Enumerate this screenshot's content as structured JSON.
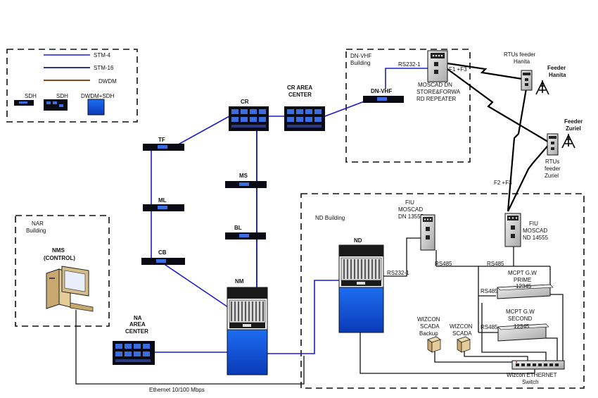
{
  "legend": {
    "stm4": "STM-4",
    "stm16": "STM-16",
    "dwdm": "DWDM",
    "sdh1": "SDH",
    "sdh2": "SDH",
    "dwdm_sdh": "DWDM+SDH"
  },
  "nodes": {
    "tf": "TF",
    "ml": "ML",
    "cb": "CB",
    "cr": "CR",
    "ms": "MS",
    "bl": "BL",
    "nm": "NM",
    "nd": "ND",
    "dn_vhf": "DN-VHF",
    "cr_area_1": "CR AREA",
    "cr_area_2": "CENTER",
    "na_area_1": "NA",
    "na_area_2": "AREA",
    "na_area_3": "CENTER"
  },
  "buildings": {
    "nar_1": "NAR",
    "nar_2": "Building",
    "dn_vhf_1": "DN-VHF",
    "dn_vhf_2": "Building",
    "nd": "ND Building"
  },
  "nms": {
    "line1": "NMS",
    "line2": "(CONTROL)"
  },
  "moscad_dn": {
    "line1": "MOSCAD DN",
    "line2": "STORE&FORWA",
    "line3": "RD REPEATER"
  },
  "rtu_hanita": {
    "line1": "RTUs feeder",
    "line2": "Hanita"
  },
  "feeder_hanita": {
    "line1": "Feeder",
    "line2": "Hanita"
  },
  "feeder_zuriel": {
    "line1": "Feeder",
    "line2": "Zuriel"
  },
  "rtu_zuriel": {
    "line1": "RTUs",
    "line2": "feeder",
    "line3": "Zuriel"
  },
  "fiu_dn": {
    "line1": "FIU",
    "line2": "MOSCAD",
    "line3": "DN 13555"
  },
  "fiu_nd": {
    "line1": "FIU",
    "line2": "MOSCAD",
    "line3": "ND 14555"
  },
  "mcpt_prime": {
    "line1": "MCPT G.W",
    "line2": "PRIME",
    "line3": "12345"
  },
  "mcpt_second": {
    "line1": "MCPT G.W",
    "line2": "SECOND",
    "line3": "12345"
  },
  "wizcon_backup": {
    "line1": "WIZCON",
    "line2": "SCADA",
    "line3": "Backup"
  },
  "wizcon_scada": {
    "line1": "WIZCON",
    "line2": "SCADA"
  },
  "switch": {
    "line1": "Wizcon ETHERNET",
    "line2": "Switch"
  },
  "links": {
    "rs232_top": "RS232-1",
    "rs232_nd": "RS232-1",
    "f1f3": "F1 +F3",
    "f2f3": "F2 +F3",
    "rs485_1": "RS485",
    "rs485_2": "RS485",
    "rs485_3": "RS485",
    "rs485_4": "RS485",
    "ethernet": "Ethernet 10/100 Mbps"
  }
}
